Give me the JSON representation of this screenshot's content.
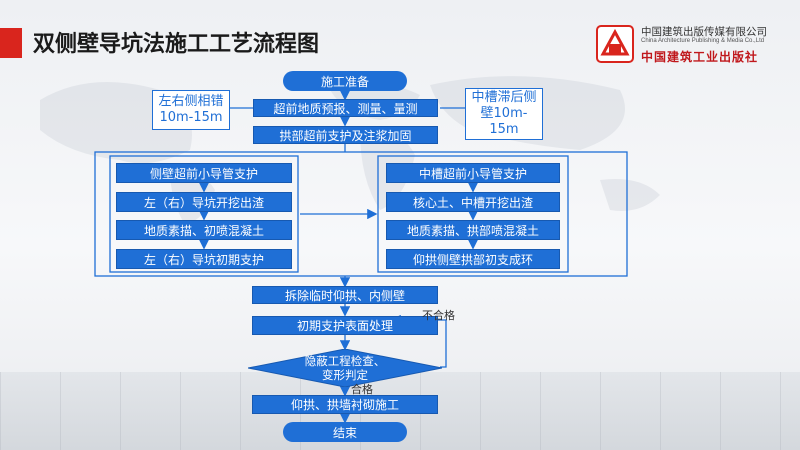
{
  "header": {
    "title": "双侧壁导坑法施工工艺流程图"
  },
  "publisher": {
    "name_cn": "中国建筑出版传媒有限公司",
    "name_en": "China Architecture Publishing & Media Co.,Ltd",
    "brand_cn": "中国建筑工业出版社"
  },
  "flow": {
    "start": "施工准备",
    "step1": "超前地质预报、测量、量测",
    "step2": "拱部超前支护及注浆加固",
    "left_note": "左右侧相错\n10m-15m",
    "right_note": "中槽滞后侧\n壁10m-\n15m",
    "left_steps": [
      "侧壁超前小导管支护",
      "左（右）导坑开挖出渣",
      "地质素描、初喷混凝土",
      "左（右）导坑初期支护"
    ],
    "right_steps": [
      "中槽超前小导管支护",
      "核心土、中槽开挖出渣",
      "地质素描、拱部喷混凝土",
      "仰拱侧壁拱部初支成环"
    ],
    "remove": "拆除临时仰拱、内侧壁",
    "surface": "初期支护表面处理",
    "decision": "隐蔽工程检查、\n变形判定",
    "fail_label": "不合格",
    "pass_label": "合格",
    "lining": "仰拱、拱墙衬砌施工",
    "end": "结束"
  },
  "colors": {
    "accent_red": "#d9251d",
    "box_blue": "#1f6fd6",
    "line_blue": "#1f6fd6"
  }
}
